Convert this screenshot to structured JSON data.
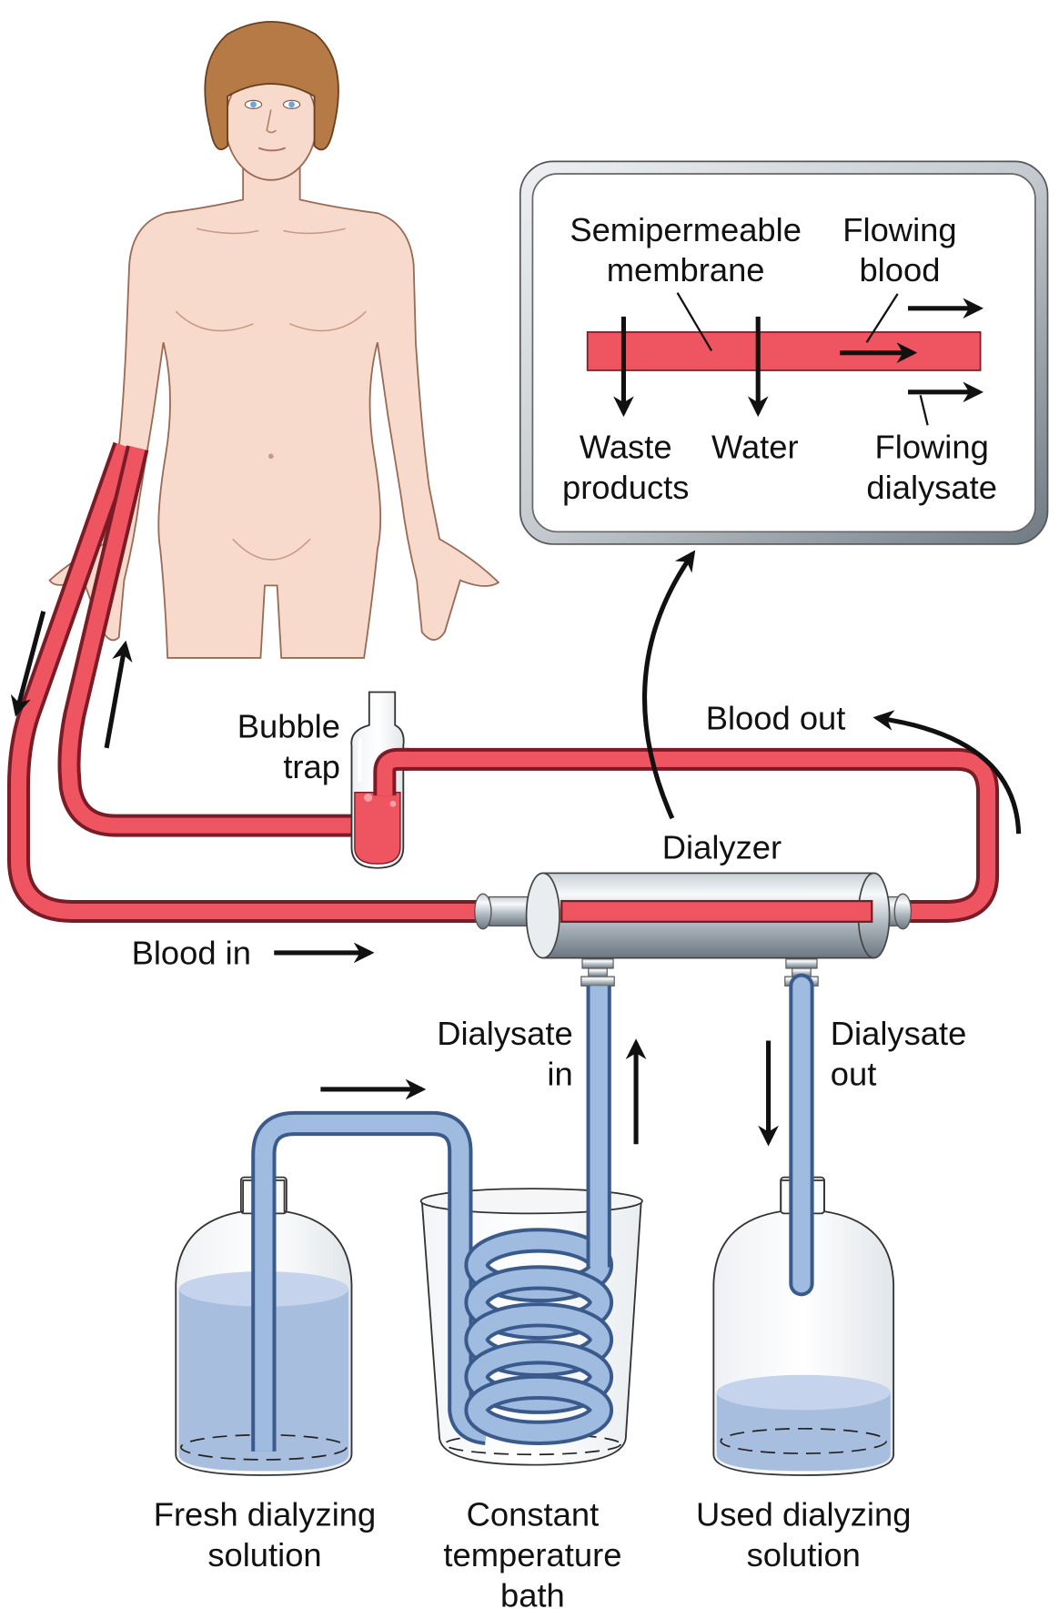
{
  "colors": {
    "blood": "#EE5561",
    "blood_outline": "#7A1B26",
    "dialysate": "#9FBBE0",
    "dialysate_outline": "#3B5A8C",
    "skin": "#F7DACB",
    "hair": "#B57A45"
  },
  "inset": {
    "membrane": {
      "line1": "Semipermeable",
      "line2": "membrane"
    },
    "flowing_blood": {
      "line1": "Flowing",
      "line2": "blood"
    },
    "waste_products": {
      "line1": "Waste",
      "line2": "products"
    },
    "water": "Water",
    "flowing_dialysate": {
      "line1": "Flowing",
      "line2": "dialysate"
    }
  },
  "bubble_trap": {
    "line1": "Bubble",
    "line2": "trap"
  },
  "blood_out": "Blood out",
  "dialyzer": "Dialyzer",
  "blood_in": "Blood in",
  "dialysate_in": {
    "line1": "Dialysate",
    "line2": "in"
  },
  "dialysate_out": {
    "line1": "Dialysate",
    "line2": "out"
  },
  "fresh_solution": {
    "line1": "Fresh dialyzing",
    "line2": "solution"
  },
  "bath": {
    "line1": "Constant",
    "line2": "temperature",
    "line3": "bath"
  },
  "used_solution": {
    "line1": "Used dialyzing",
    "line2": "solution"
  }
}
